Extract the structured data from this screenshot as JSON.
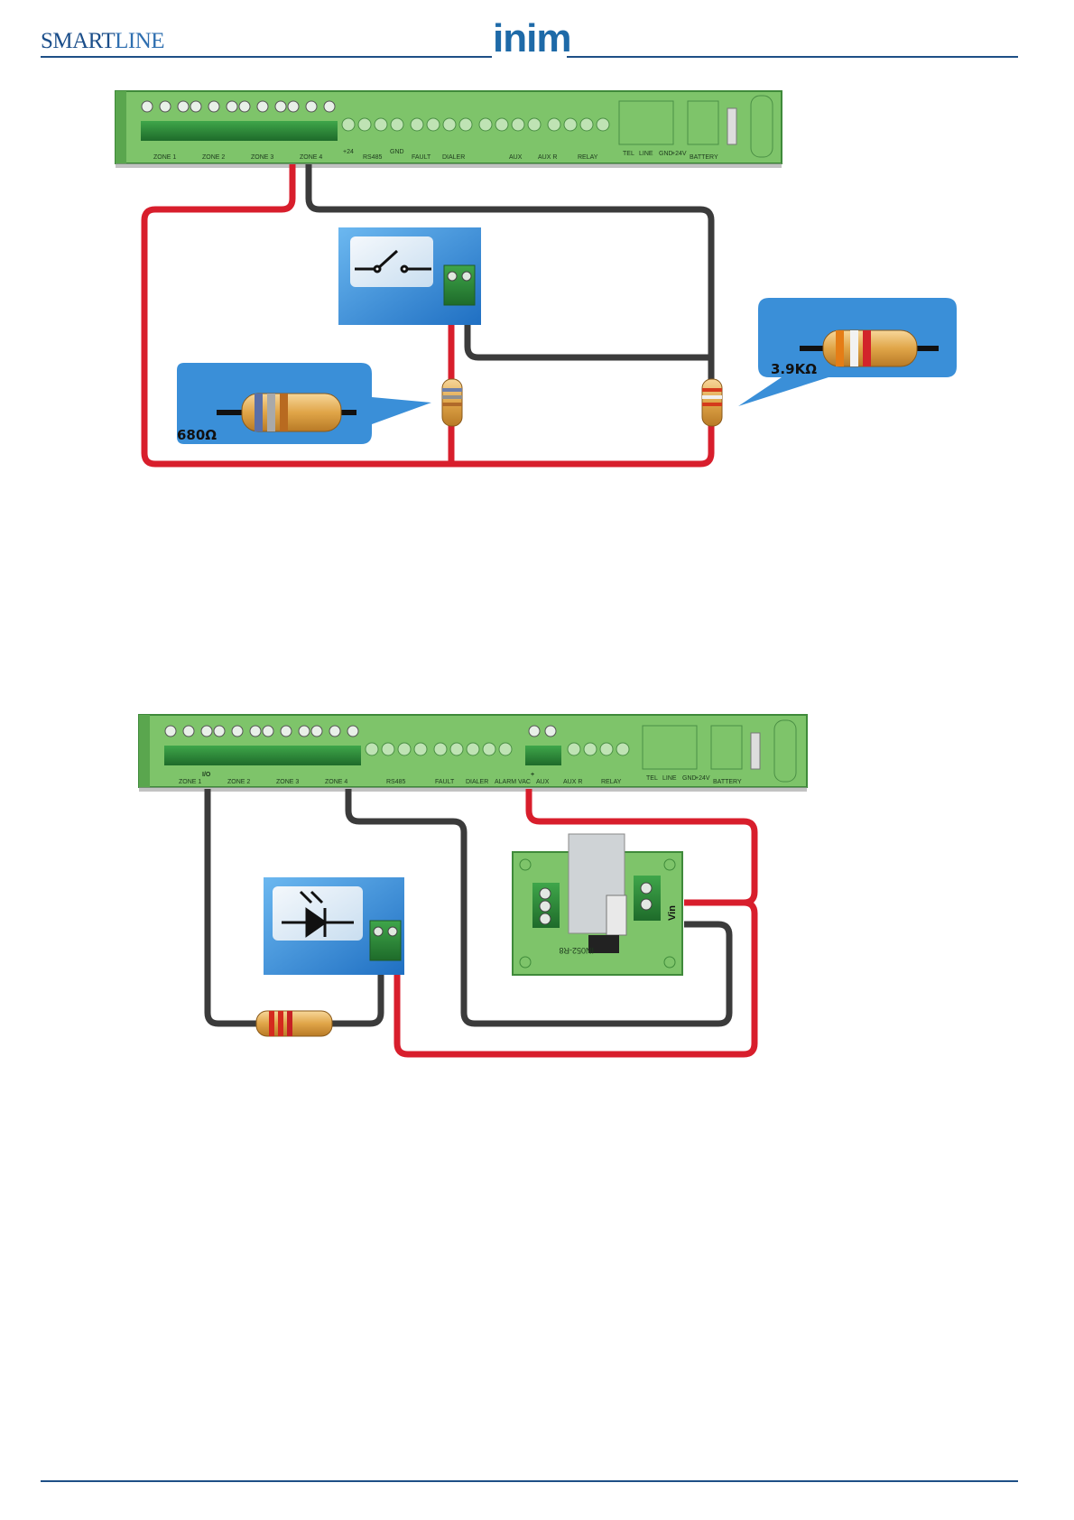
{
  "header": {
    "brand_main": "SMART",
    "brand_sub": "LINE",
    "logo": "inim"
  },
  "colors": {
    "rule": "#1e4f86",
    "board": "#7ec46a",
    "board_edge": "#3f8a3a",
    "wire_red": "#d81e2c",
    "wire_black": "#3b3b3b",
    "panel_blue": "#3a8fd8"
  },
  "diagram1": {
    "board_labels": [
      "ZONE 1",
      "ZONE 2",
      "ZONE 3",
      "ZONE 4",
      "+24",
      "RS485",
      "GND",
      "FAULT",
      "DIALER",
      "AUX",
      "AUX R",
      "RELAY",
      "TEL",
      "LINE",
      "GND",
      "+24V",
      "BATTERY"
    ],
    "resistor_left": "680Ω",
    "resistor_right": "3.9KΩ",
    "icons": [
      "switch-icon"
    ]
  },
  "diagram2": {
    "board_labels": [
      "ZONE 1",
      "ZONE 2",
      "ZONE 3",
      "ZONE 4",
      "RS485",
      "FAULT",
      "DIALER",
      "ALARM VAC",
      "AUX",
      "AUX R",
      "RELAY",
      "TEL",
      "LINE",
      "GND",
      "+24V",
      "BATTERY"
    ],
    "io_label": "I/O",
    "aux_plus": "+",
    "module_label": "IN052-R8",
    "vin_label": "Vin",
    "icons": [
      "led-diode-icon"
    ]
  }
}
